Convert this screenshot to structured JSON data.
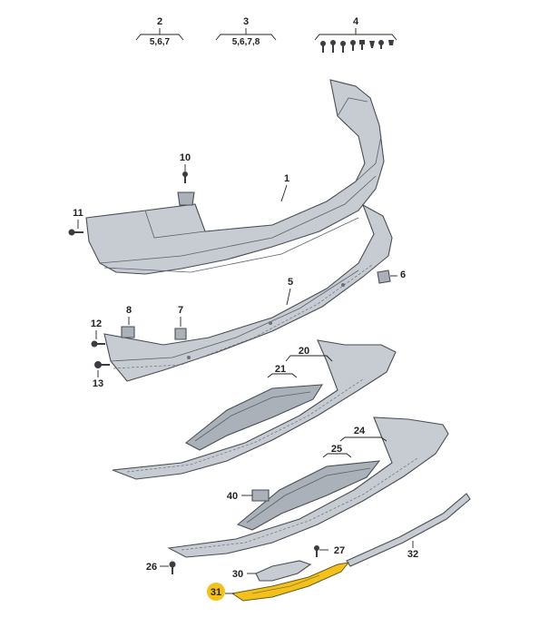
{
  "callouts": {
    "c1": "1",
    "c2": "2",
    "c3": "3",
    "c4": "4",
    "c5": "5",
    "c6": "6",
    "c7": "7",
    "c8": "8",
    "c10": "10",
    "c11": "11",
    "c12": "12",
    "c13": "13",
    "c20": "20",
    "c21": "21",
    "c24": "24",
    "c25": "25",
    "c26": "26",
    "c27": "27",
    "c30": "30",
    "c31": "31",
    "c32": "32",
    "c40": "40"
  },
  "sublabels": {
    "s2": "5,6,7",
    "s3": "5,6,7,8"
  },
  "colors": {
    "highlight": "#f2c21b",
    "part_fill": "#c6ccd2",
    "outline": "#4a4f55"
  }
}
